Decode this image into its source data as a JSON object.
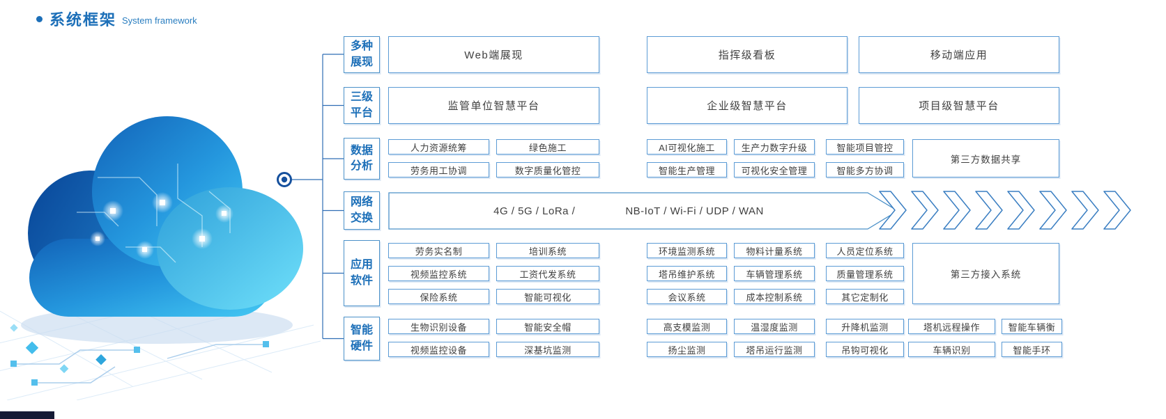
{
  "header": {
    "title_zh": "系统框架",
    "title_en": "System framework"
  },
  "categories": [
    {
      "line1": "多种",
      "line2": "展现"
    },
    {
      "line1": "三级",
      "line2": "平台"
    },
    {
      "line1": "数据",
      "line2": "分析"
    },
    {
      "line1": "网络",
      "line2": "交换"
    },
    {
      "line1": "应用",
      "line2": "软件"
    },
    {
      "line1": "智能",
      "line2": "硬件"
    }
  ],
  "display_row": [
    "Web端展现",
    "指挥级看板",
    "移动端应用"
  ],
  "platform_row": [
    "监管单位智慧平台",
    "企业级智慧平台",
    "项目级智慧平台"
  ],
  "data_analysis": {
    "left": [
      [
        "人力资源统筹",
        "绿色施工"
      ],
      [
        "劳务用工协调",
        "数字质量化管控"
      ]
    ],
    "middle": [
      [
        "AI可视化施工",
        "生产力数字升级",
        "智能项目管控"
      ],
      [
        "智能生产管理",
        "可视化安全管理",
        "智能多方协调"
      ]
    ],
    "tall": "第三方数据共享"
  },
  "network": {
    "label_left": "4G / 5G / LoRa /",
    "label_right": "NB-IoT / Wi-Fi / UDP / WAN"
  },
  "software": {
    "left": [
      [
        "劳务实名制",
        "培训系统"
      ],
      [
        "视频监控系统",
        "工资代发系统"
      ],
      [
        "保险系统",
        "智能可视化"
      ]
    ],
    "middle": [
      [
        "环境监测系统",
        "物料计量系统",
        "人员定位系统"
      ],
      [
        "塔吊维护系统",
        "车辆管理系统",
        "质量管理系统"
      ],
      [
        "会议系统",
        "成本控制系统",
        "其它定制化"
      ]
    ],
    "tall": "第三方接入系统"
  },
  "hardware": {
    "left": [
      [
        "生物识别设备",
        "智能安全帽"
      ],
      [
        "视频监控设备",
        "深基坑监测"
      ]
    ],
    "right": [
      [
        "高支模监测",
        "温湿度监测",
        "升降机监测",
        "塔机远程操作",
        "智能车辆衡"
      ],
      [
        "扬尘监测",
        "塔吊运行监测",
        "吊钩可视化",
        "车辆识别",
        "智能手环"
      ]
    ]
  },
  "colors": {
    "accent": "#1c6fb8",
    "box_border": "#5b9bd5",
    "box_text": "#3f3f3f",
    "line": "#2f6db5",
    "cloud_dark": "#0a4a9c",
    "cloud_cyan": "#55d4f5"
  }
}
